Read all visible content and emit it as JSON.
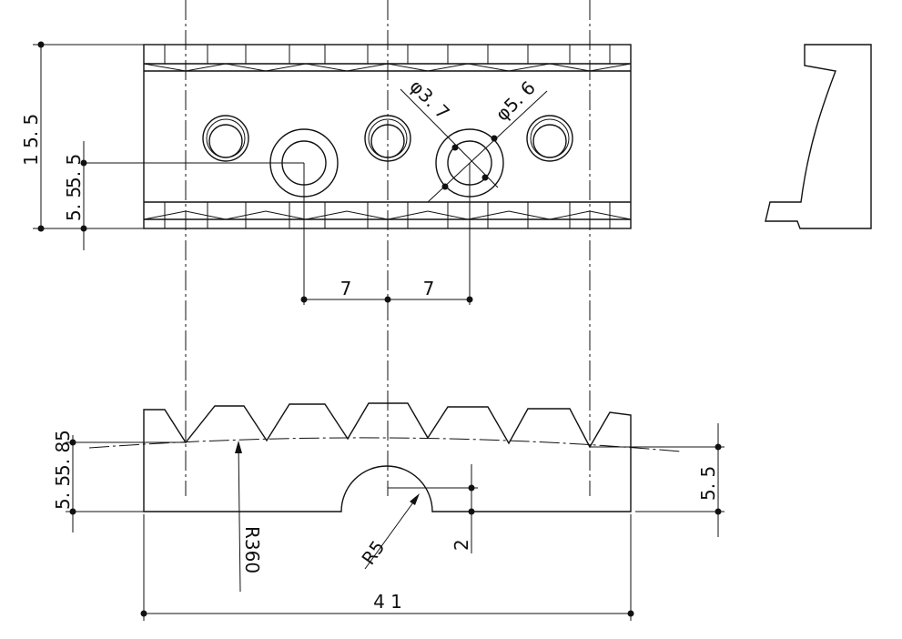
{
  "drawing": {
    "dimensions": {
      "height_total": "1 5. 5",
      "height_hole": "5. 5",
      "height_bottom": "5. 5",
      "spacing_left": "7",
      "spacing_right": "7",
      "hole_small_dia": "φ3. 7",
      "hole_large_dia": "φ5. 6",
      "side_height": "5. 85",
      "side_height_below": "5. 5",
      "arc_radius": "R360",
      "relief_radius": "R5",
      "relief_depth": "2",
      "right_height": "5. 5",
      "length_total": "4 1"
    }
  }
}
